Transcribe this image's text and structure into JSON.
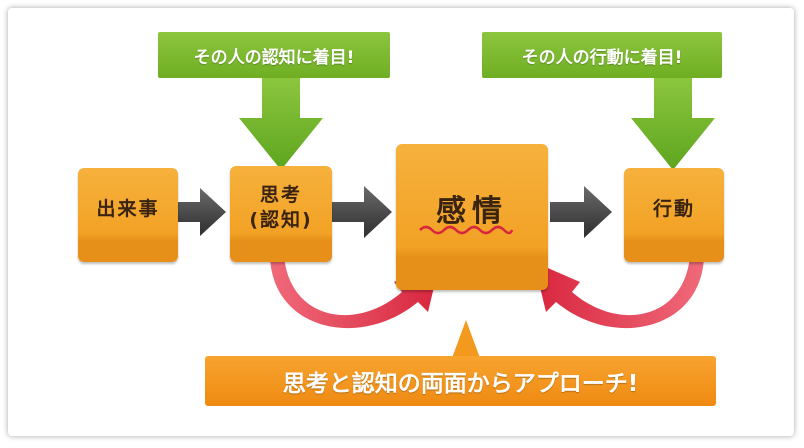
{
  "callouts": {
    "cognition_focus": "その人の認知に着目!",
    "action_focus": "その人の行動に着目!",
    "approach": "思考と認知の両面からアプローチ!"
  },
  "boxes": {
    "event": "出来事",
    "thought_line1": "思考",
    "thought_line2": "(認知)",
    "emotion": "感情",
    "action": "行動"
  },
  "colors": {
    "green": "#7ab82a",
    "orange_box": "#f2a225",
    "orange_callout": "#f39a1e",
    "gray_arrow": "#4a4a4a",
    "red_arrow": "#e0344a",
    "text_dark": "#3a2410"
  }
}
